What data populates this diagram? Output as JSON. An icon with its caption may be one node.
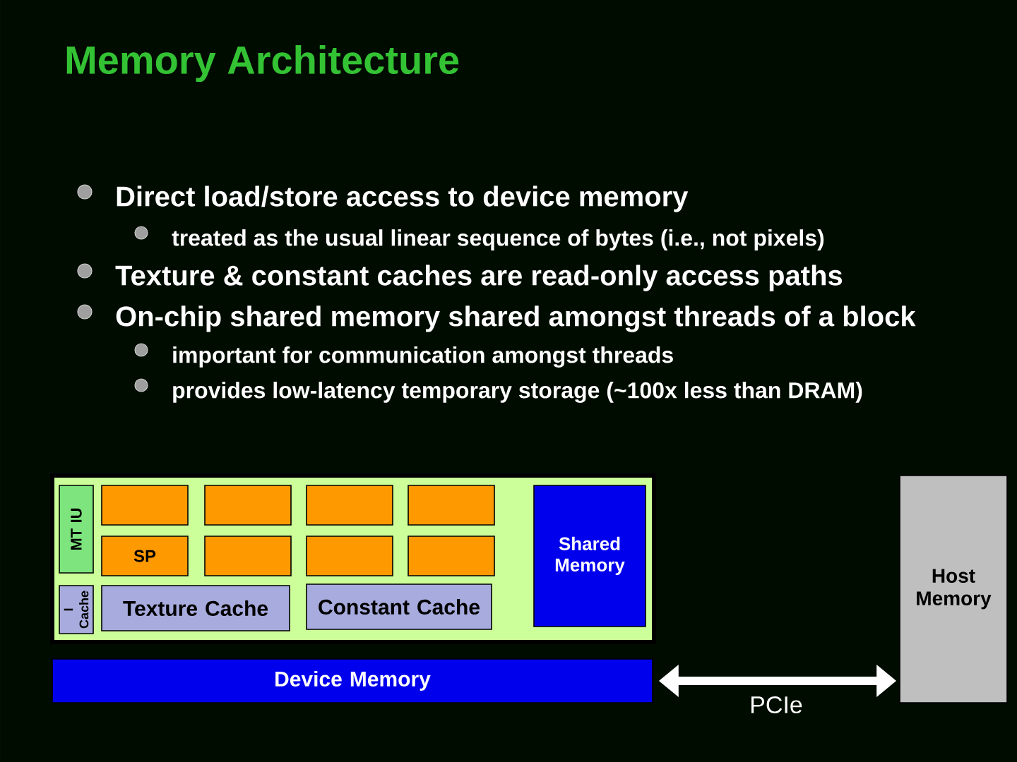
{
  "diagram": {
    "title": "Memory Architecture",
    "nodes": [
      {
        "text": [],
        "shape": "box"
      },
      {
        "text": [
          "MT IU"
        ],
        "in": 0
      },
      {
        "text": [
          "I Cache"
        ],
        "in": 0
      },
      {
        "text": [],
        "shape": "box",
        "in": 0
      },
      {
        "text": [],
        "shape": "box",
        "in": 0
      },
      {
        "text": [],
        "shape": "box",
        "in": 0
      },
      {
        "text": [],
        "shape": "box",
        "in": 0
      },
      {
        "text": [
          "SP"
        ],
        "in": 0
      },
      {
        "text": [],
        "shape": "box",
        "in": 0
      },
      {
        "text": [],
        "shape": "box",
        "in": 0
      },
      {
        "text": [],
        "shape": "box",
        "in": 0
      },
      {
        "text": [
          "Texture Cache"
        ],
        "in": 0
      },
      {
        "text": [
          "Constant Cache"
        ],
        "in": 0
      },
      {
        "text": [
          "Shared Memory"
        ],
        "in": 0
      },
      {
        "text": [
          "Device Memory"
        ]
      },
      {
        "text": [
          "Host Memory"
        ]
      }
    ],
    "edges": [
      {
        "from": 14,
        "to": 15,
        "arrow": "both",
        "label": "PCIe"
      }
    ],
    "labels": [
      "Direct load/store access to device memory",
      "treated as the usual linear sequence of bytes (i.e., not pixels)",
      "Texture & constant caches are read-only access paths",
      "On-chip shared memory shared amongst threads of a block",
      "important for communication amongst threads",
      "provides low-latency temporary storage (~100x less than DRAM)"
    ]
  }
}
